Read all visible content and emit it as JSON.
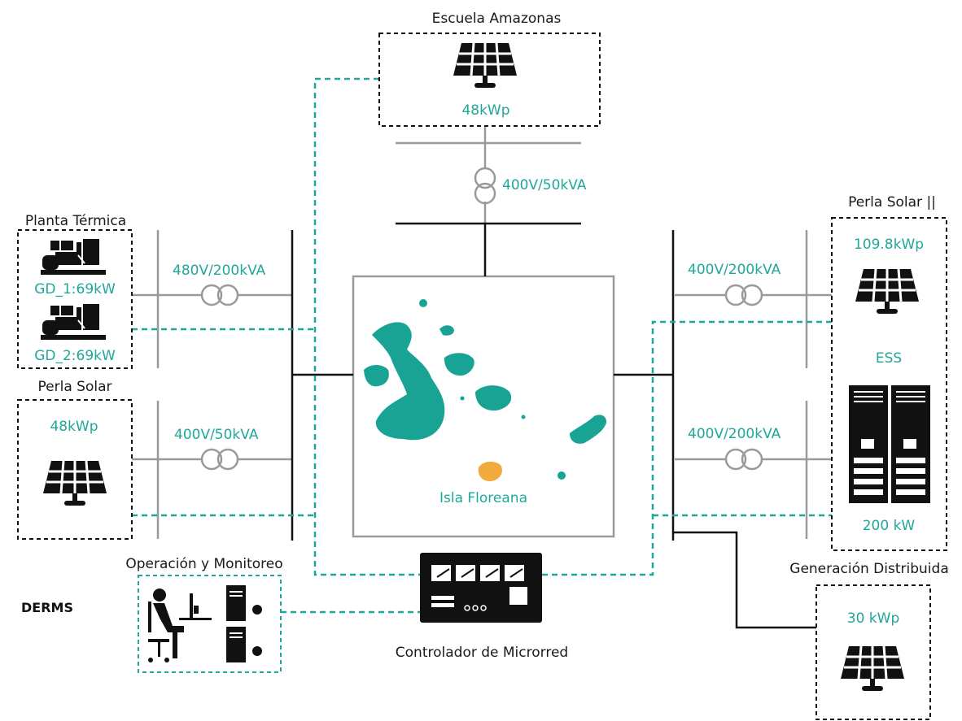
{
  "colors": {
    "teal": "#1fa89a",
    "gray": "#9a9a9a",
    "black": "#111111",
    "orange": "#f2aa3c",
    "island": "#19a394"
  },
  "escuela": {
    "title": "Escuela Amazonas",
    "power": "48kWp",
    "icon": "solar-panel-icon"
  },
  "top_transformer": {
    "rating": "400V/50kVA"
  },
  "planta": {
    "title": "Planta Térmica",
    "gen1": "GD_1:69kW",
    "gen2": "GD_2:69kW",
    "icon": "diesel-generator-icon"
  },
  "planta_transformer": {
    "rating": "480V/200kVA"
  },
  "perla": {
    "title": "Perla Solar",
    "power": "48kWp",
    "icon": "solar-panel-icon"
  },
  "perla_transformer": {
    "rating": "400V/50kVA"
  },
  "perla2": {
    "title": "Perla Solar ||",
    "power": "109.8kWp",
    "ess_label": "ESS",
    "ess_power": "200 kW",
    "icons": [
      "solar-panel-icon",
      "battery-cabinet-icon"
    ]
  },
  "perla2_transformer_top": {
    "rating": "400V/200kVA"
  },
  "perla2_transformer_bottom": {
    "rating": "400V/200kVA"
  },
  "map": {
    "label": "Isla Floreana",
    "icon": "galapagos-map-icon"
  },
  "controller": {
    "label": "Controlador de Microrred",
    "icon": "controller-panel-icon"
  },
  "operacion": {
    "title": "Operación y Monitoreo",
    "icons": [
      "operator-icon",
      "server-icon"
    ]
  },
  "derms": {
    "label": "DERMS"
  },
  "generacion": {
    "title": "Generación Distribuida",
    "power": "30 kWp",
    "icon": "solar-panel-icon"
  }
}
